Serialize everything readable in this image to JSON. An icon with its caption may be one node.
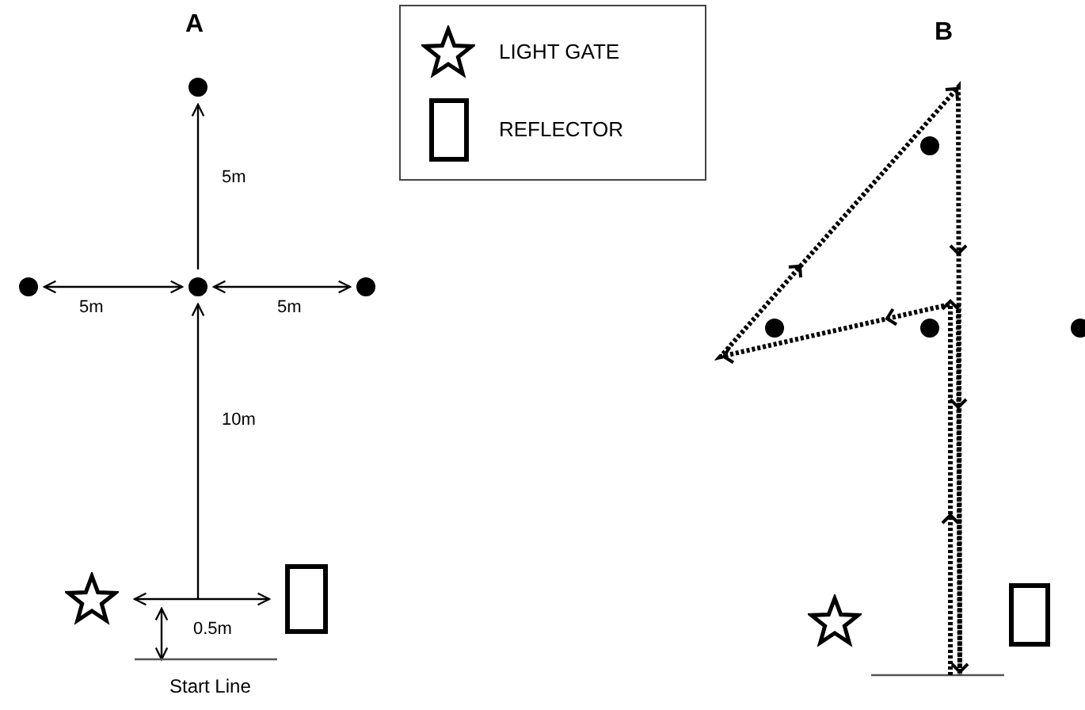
{
  "diagram": {
    "nodes": [
      {
        "text": [],
        "shape": "circle"
      },
      {
        "text": [],
        "shape": "circle"
      },
      {
        "text": [],
        "shape": "circle"
      },
      {
        "text": [],
        "shape": "circle"
      },
      {
        "text": [],
        "shape": "star"
      },
      {
        "text": [],
        "shape": "box"
      },
      {
        "text": [],
        "shape": "circle"
      },
      {
        "text": [],
        "shape": "circle"
      },
      {
        "text": [],
        "shape": "circle"
      },
      {
        "text": [],
        "shape": "circle"
      },
      {
        "text": [],
        "shape": "star"
      },
      {
        "text": [],
        "shape": "box"
      }
    ],
    "edges": [
      {
        "from": 2,
        "to": 0,
        "arrow": "to",
        "label": "5m"
      },
      {
        "from": 2,
        "to": 1,
        "arrow": "both",
        "label": "5m"
      },
      {
        "from": 2,
        "to": 3,
        "arrow": "both",
        "label": "5m"
      },
      {
        "from": null,
        "to": 2,
        "arrow": "to",
        "label": "10m"
      },
      {
        "from": 4,
        "to": 5,
        "arrow": "both"
      }
    ],
    "labels": [
      "A",
      "0.5m",
      "Start Line",
      "B"
    ],
    "legend": [
      {
        "text": "LIGHT GATE"
      },
      {
        "text": "REFLECTOR"
      }
    ]
  }
}
